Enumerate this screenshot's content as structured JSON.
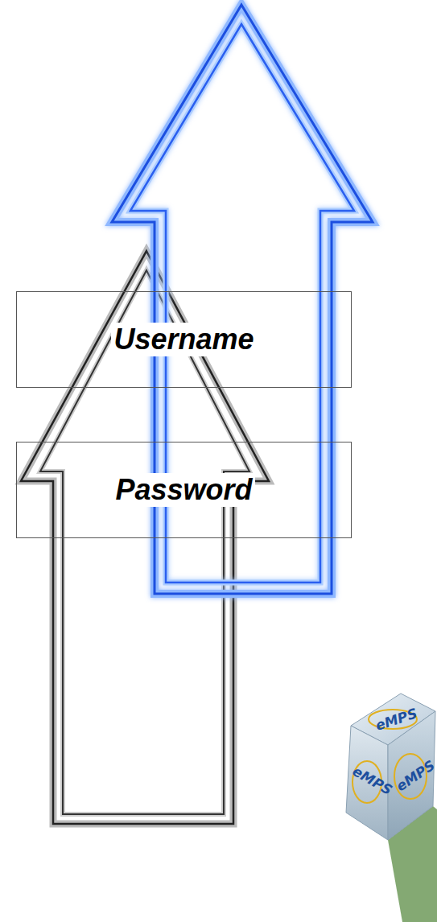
{
  "diagram": {
    "nodes": [
      {
        "text": [
          "Username"
        ]
      },
      {
        "text": [
          "Password"
        ]
      }
    ],
    "labels": [
      "eMPS",
      "eMPS",
      "eMPS"
    ]
  }
}
